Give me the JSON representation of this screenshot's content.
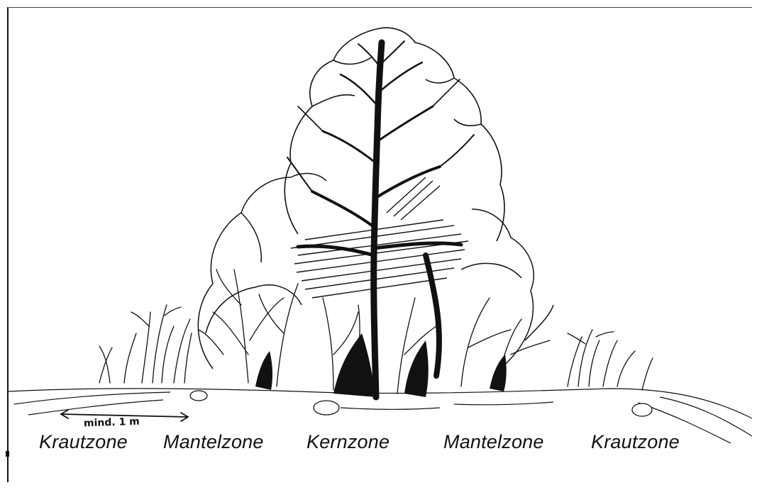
{
  "diagram": {
    "scale_label": "mind. 1 m",
    "zones": [
      {
        "id": "krautzone-left",
        "label": "Krautzone"
      },
      {
        "id": "mantelzone-left",
        "label": "Mantelzone"
      },
      {
        "id": "kernzone",
        "label": "Kernzone"
      },
      {
        "id": "mantelzone-right",
        "label": "Mantelzone"
      },
      {
        "id": "krautzone-right",
        "label": "Krautzone"
      }
    ]
  }
}
